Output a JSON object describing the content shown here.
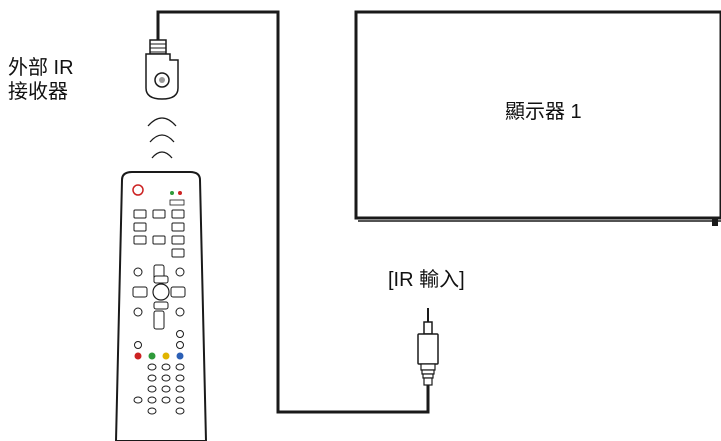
{
  "labels": {
    "sensor_line1": "外部 IR",
    "sensor_line2": "接收器",
    "display": "顯示器 1",
    "ir_input": "[IR 輸入]"
  },
  "colors": {
    "line": "#1a1a1a",
    "button_red": "#cc2222",
    "button_green": "#2e9a3a",
    "button_yellow": "#e0b400",
    "button_blue": "#2b5fb5"
  },
  "icons": {
    "sensor": "ir-receiver-icon",
    "signal": "ir-signal-waves-icon",
    "remote": "remote-control-icon",
    "plug": "audio-jack-plug-icon"
  }
}
